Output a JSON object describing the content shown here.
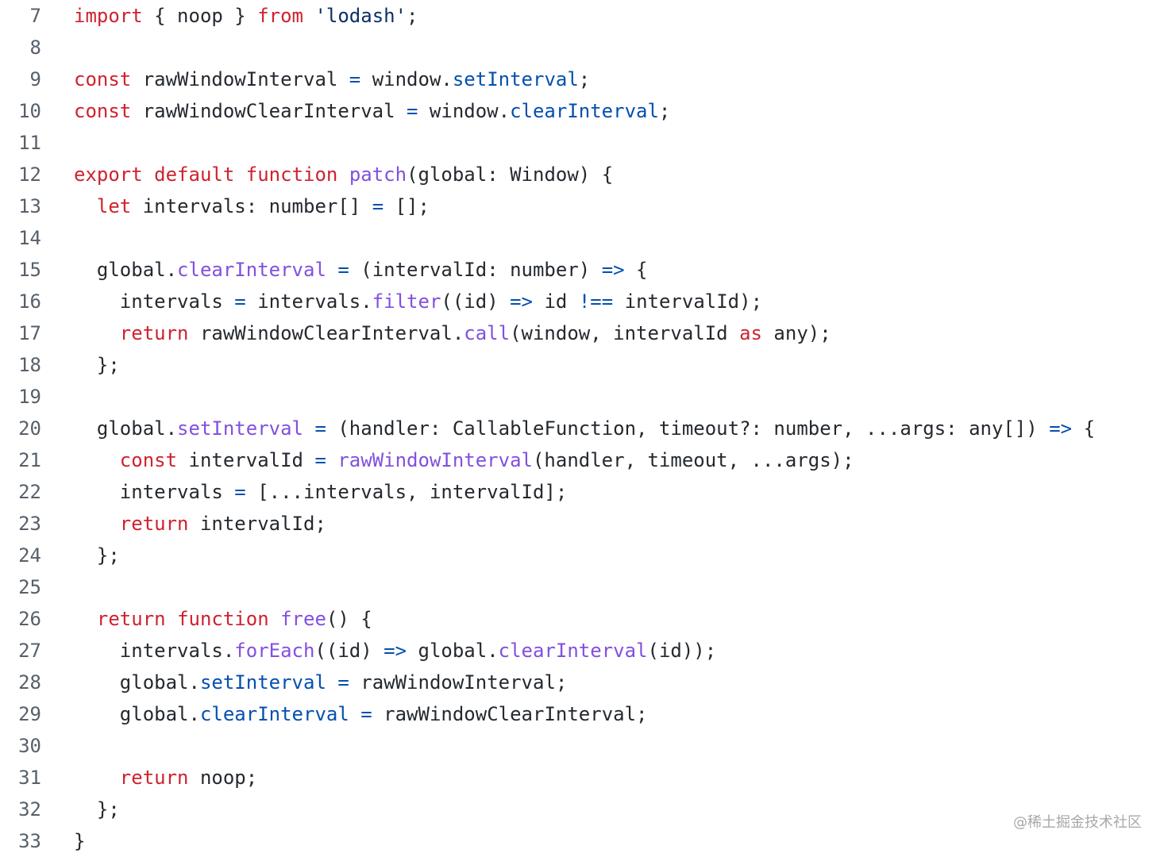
{
  "colors": {
    "background": "#ffffff",
    "line_number": "#57606a",
    "plain": "#24292f",
    "keyword": "#cf222e",
    "builtin": "#0550ae",
    "func": "#8250df",
    "string": "#0a3069"
  },
  "lines": [
    {
      "num": "7",
      "tokens": [
        [
          "keyword",
          "import"
        ],
        [
          "plain",
          " { noop } "
        ],
        [
          "keyword",
          "from"
        ],
        [
          "plain",
          " "
        ],
        [
          "string",
          "'lodash'"
        ],
        [
          "plain",
          ";"
        ]
      ]
    },
    {
      "num": "8",
      "tokens": []
    },
    {
      "num": "9",
      "tokens": [
        [
          "keyword",
          "const"
        ],
        [
          "plain",
          " rawWindowInterval "
        ],
        [
          "builtin",
          "="
        ],
        [
          "plain",
          " window."
        ],
        [
          "builtin",
          "setInterval"
        ],
        [
          "plain",
          ";"
        ]
      ]
    },
    {
      "num": "10",
      "tokens": [
        [
          "keyword",
          "const"
        ],
        [
          "plain",
          " rawWindowClearInterval "
        ],
        [
          "builtin",
          "="
        ],
        [
          "plain",
          " window."
        ],
        [
          "builtin",
          "clearInterval"
        ],
        [
          "plain",
          ";"
        ]
      ]
    },
    {
      "num": "11",
      "tokens": []
    },
    {
      "num": "12",
      "tokens": [
        [
          "keyword",
          "export"
        ],
        [
          "plain",
          " "
        ],
        [
          "keyword",
          "default"
        ],
        [
          "plain",
          " "
        ],
        [
          "keyword",
          "function"
        ],
        [
          "plain",
          " "
        ],
        [
          "func",
          "patch"
        ],
        [
          "plain",
          "(global: Window) {"
        ]
      ]
    },
    {
      "num": "13",
      "tokens": [
        [
          "plain",
          "  "
        ],
        [
          "keyword",
          "let"
        ],
        [
          "plain",
          " intervals: number[] "
        ],
        [
          "builtin",
          "="
        ],
        [
          "plain",
          " [];"
        ]
      ]
    },
    {
      "num": "14",
      "tokens": []
    },
    {
      "num": "15",
      "tokens": [
        [
          "plain",
          "  global."
        ],
        [
          "func",
          "clearInterval"
        ],
        [
          "plain",
          " "
        ],
        [
          "builtin",
          "="
        ],
        [
          "plain",
          " (intervalId: number) "
        ],
        [
          "builtin",
          "=>"
        ],
        [
          "plain",
          " {"
        ]
      ]
    },
    {
      "num": "16",
      "tokens": [
        [
          "plain",
          "    intervals "
        ],
        [
          "builtin",
          "="
        ],
        [
          "plain",
          " intervals."
        ],
        [
          "func",
          "filter"
        ],
        [
          "plain",
          "((id) "
        ],
        [
          "builtin",
          "=>"
        ],
        [
          "plain",
          " id "
        ],
        [
          "builtin",
          "!=="
        ],
        [
          "plain",
          " intervalId);"
        ]
      ]
    },
    {
      "num": "17",
      "tokens": [
        [
          "plain",
          "    "
        ],
        [
          "keyword",
          "return"
        ],
        [
          "plain",
          " rawWindowClearInterval."
        ],
        [
          "func",
          "call"
        ],
        [
          "plain",
          "(window, intervalId "
        ],
        [
          "keyword",
          "as"
        ],
        [
          "plain",
          " any);"
        ]
      ]
    },
    {
      "num": "18",
      "tokens": [
        [
          "plain",
          "  };"
        ]
      ]
    },
    {
      "num": "19",
      "tokens": []
    },
    {
      "num": "20",
      "tokens": [
        [
          "plain",
          "  global."
        ],
        [
          "func",
          "setInterval"
        ],
        [
          "plain",
          " "
        ],
        [
          "builtin",
          "="
        ],
        [
          "plain",
          " (handler: CallableFunction, timeout?: number, ...args: any[]) "
        ],
        [
          "builtin",
          "=>"
        ],
        [
          "plain",
          " {"
        ]
      ]
    },
    {
      "num": "21",
      "tokens": [
        [
          "plain",
          "    "
        ],
        [
          "keyword",
          "const"
        ],
        [
          "plain",
          " intervalId "
        ],
        [
          "builtin",
          "="
        ],
        [
          "plain",
          " "
        ],
        [
          "func",
          "rawWindowInterval"
        ],
        [
          "plain",
          "(handler, timeout, ...args);"
        ]
      ]
    },
    {
      "num": "22",
      "tokens": [
        [
          "plain",
          "    intervals "
        ],
        [
          "builtin",
          "="
        ],
        [
          "plain",
          " [...intervals, intervalId];"
        ]
      ]
    },
    {
      "num": "23",
      "tokens": [
        [
          "plain",
          "    "
        ],
        [
          "keyword",
          "return"
        ],
        [
          "plain",
          " intervalId;"
        ]
      ]
    },
    {
      "num": "24",
      "tokens": [
        [
          "plain",
          "  };"
        ]
      ]
    },
    {
      "num": "25",
      "tokens": []
    },
    {
      "num": "26",
      "tokens": [
        [
          "plain",
          "  "
        ],
        [
          "keyword",
          "return"
        ],
        [
          "plain",
          " "
        ],
        [
          "keyword",
          "function"
        ],
        [
          "plain",
          " "
        ],
        [
          "func",
          "free"
        ],
        [
          "plain",
          "() {"
        ]
      ]
    },
    {
      "num": "27",
      "tokens": [
        [
          "plain",
          "    intervals."
        ],
        [
          "func",
          "forEach"
        ],
        [
          "plain",
          "((id) "
        ],
        [
          "builtin",
          "=>"
        ],
        [
          "plain",
          " global."
        ],
        [
          "func",
          "clearInterval"
        ],
        [
          "plain",
          "(id));"
        ]
      ]
    },
    {
      "num": "28",
      "tokens": [
        [
          "plain",
          "    global."
        ],
        [
          "builtin",
          "setInterval"
        ],
        [
          "plain",
          " "
        ],
        [
          "builtin",
          "="
        ],
        [
          "plain",
          " rawWindowInterval;"
        ]
      ]
    },
    {
      "num": "29",
      "tokens": [
        [
          "plain",
          "    global."
        ],
        [
          "builtin",
          "clearInterval"
        ],
        [
          "plain",
          " "
        ],
        [
          "builtin",
          "="
        ],
        [
          "plain",
          " rawWindowClearInterval;"
        ]
      ]
    },
    {
      "num": "30",
      "tokens": []
    },
    {
      "num": "31",
      "tokens": [
        [
          "plain",
          "    "
        ],
        [
          "keyword",
          "return"
        ],
        [
          "plain",
          " noop;"
        ]
      ]
    },
    {
      "num": "32",
      "tokens": [
        [
          "plain",
          "  };"
        ]
      ]
    },
    {
      "num": "33",
      "tokens": [
        [
          "plain",
          "}"
        ]
      ]
    }
  ],
  "watermark": "@稀土掘金技术社区"
}
